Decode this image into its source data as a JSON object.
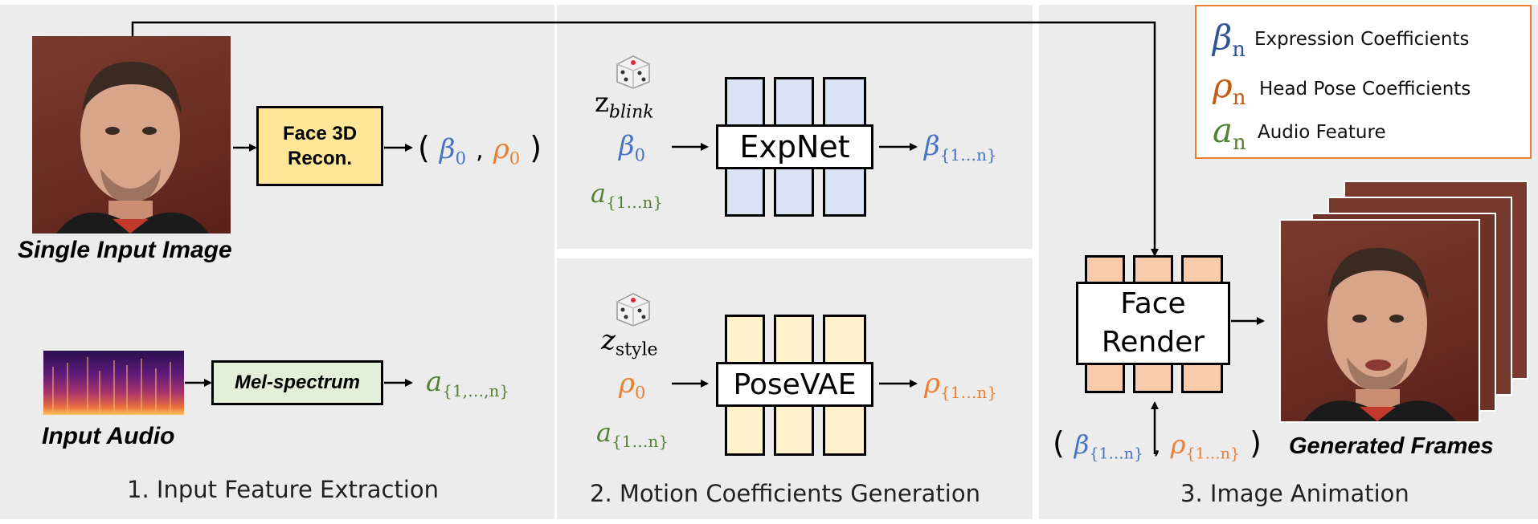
{
  "colors": {
    "panel_bg": "#ececec",
    "blue": "#4472c4",
    "orange": "#ed7d31",
    "green": "#548235",
    "face_recon_fill": "#ffe699",
    "mel_fill": "#e2f0d9",
    "expnet_fill": "#dae3f3",
    "posevae_fill": "#fff2cc",
    "render_fill": "#f8cbad",
    "legend_border": "#ed7d31"
  },
  "panel1": {
    "input_image_label": "Single Input Image",
    "face_recon_label": "Face 3D Recon.",
    "recon_output": {
      "open": "(",
      "beta": "β",
      "beta_sub": "0",
      "comma": ",",
      "rho": "ρ",
      "rho_sub": "0",
      "close": ")"
    },
    "input_audio_label": "Input Audio",
    "mel_label": "Mel-spectrum",
    "audio_feature": {
      "symbol": "a",
      "sub": "{1,…,n}"
    },
    "caption": "1. Input Feature Extraction"
  },
  "panel2": {
    "z_blink": {
      "symbol": "z",
      "sub": "blink"
    },
    "beta0": {
      "symbol": "β",
      "sub": "0"
    },
    "a_top": {
      "symbol": "a",
      "sub": "{1…n}"
    },
    "expnet_label": "ExpNet",
    "beta_out": {
      "symbol": "β",
      "sub": "{1…n}"
    },
    "z_style": {
      "symbol": "z",
      "sub": "style"
    },
    "rho0": {
      "symbol": "ρ",
      "sub": "0"
    },
    "a_bottom": {
      "symbol": "a",
      "sub": "{1…n}"
    },
    "posevae_label": "PoseVAE",
    "rho_out": {
      "symbol": "ρ",
      "sub": "{1…n}"
    },
    "caption": "2. Motion Coefficients Generation"
  },
  "panel3": {
    "render_label_1": "Face",
    "render_label_2": "Render",
    "coeffs": {
      "open": "(",
      "beta": "β",
      "beta_sub": "{1…n}",
      "comma": ",",
      "rho": "ρ",
      "rho_sub": "{1…n}",
      "close": ")"
    },
    "generated_label": "Generated Frames",
    "caption": "3. Image Animation"
  },
  "legend": {
    "items": [
      {
        "symbol": "β",
        "sub": "n",
        "text": "Expression Coefficients",
        "color": "#2f5597"
      },
      {
        "symbol": "ρ",
        "sub": "n",
        "text": "Head Pose Coefficients",
        "color": "#c55a11"
      },
      {
        "symbol": "a",
        "sub": "n",
        "text": "Audio Feature",
        "color": "#548235"
      }
    ]
  }
}
